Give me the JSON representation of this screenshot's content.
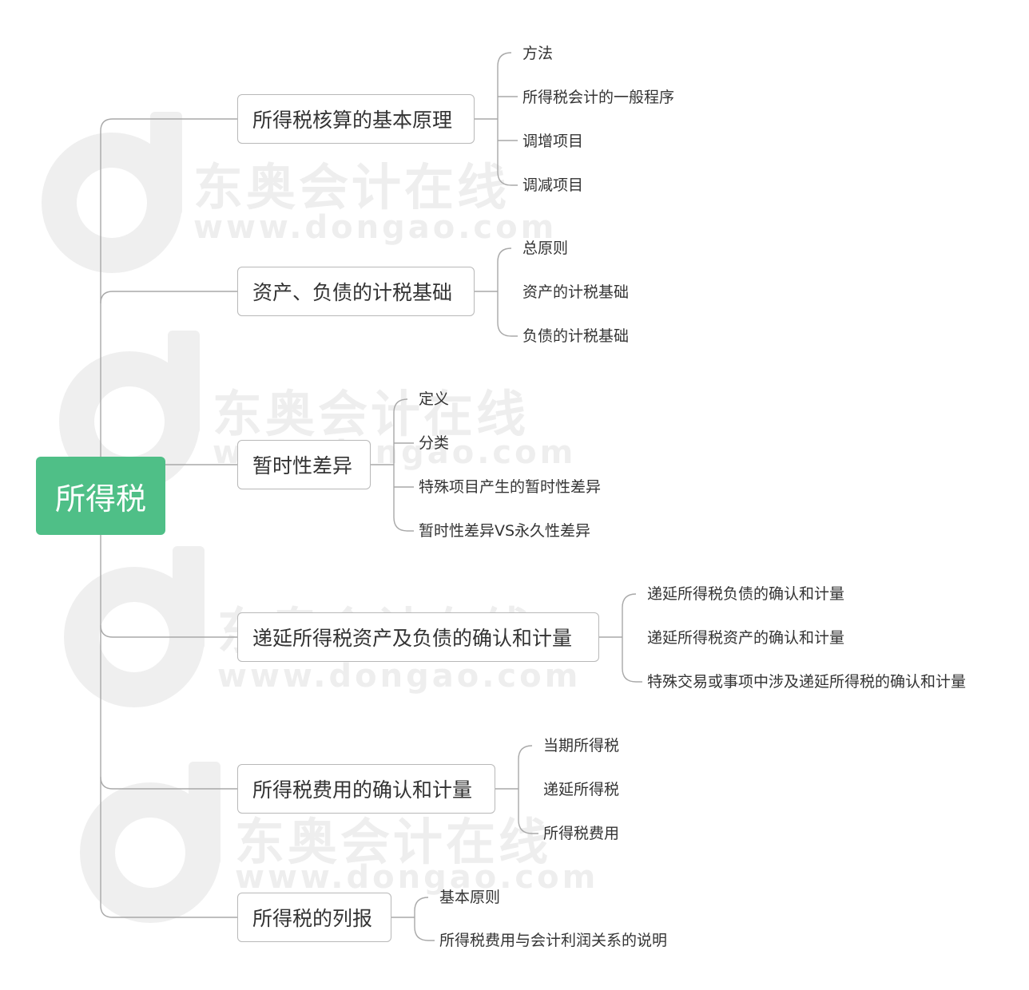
{
  "watermark": {
    "brand": "东奥会计在线",
    "url": "www.dongao.com"
  },
  "mindmap": {
    "root": "所得税",
    "branches": [
      {
        "label": "所得税核算的基本原理",
        "children": [
          "方法",
          "所得税会计的一般程序",
          "调增项目",
          "调减项目"
        ]
      },
      {
        "label": "资产、负债的计税基础",
        "children": [
          "总原则",
          "资产的计税基础",
          "负债的计税基础"
        ]
      },
      {
        "label": "暂时性差异",
        "children": [
          "定义",
          "分类",
          "特殊项目产生的暂时性差异",
          "暂时性差异VS永久性差异"
        ]
      },
      {
        "label": "递延所得税资产及负债的确认和计量",
        "children": [
          "递延所得税负债的确认和计量",
          "递延所得税资产的确认和计量",
          "特殊交易或事项中涉及递延所得税的确认和计量"
        ]
      },
      {
        "label": "所得税费用的确认和计量",
        "children": [
          "当期所得税",
          "递延所得税",
          "所得税费用"
        ]
      },
      {
        "label": "所得税的列报",
        "children": [
          "基本原则",
          "所得税费用与会计利润关系的说明"
        ]
      }
    ]
  }
}
